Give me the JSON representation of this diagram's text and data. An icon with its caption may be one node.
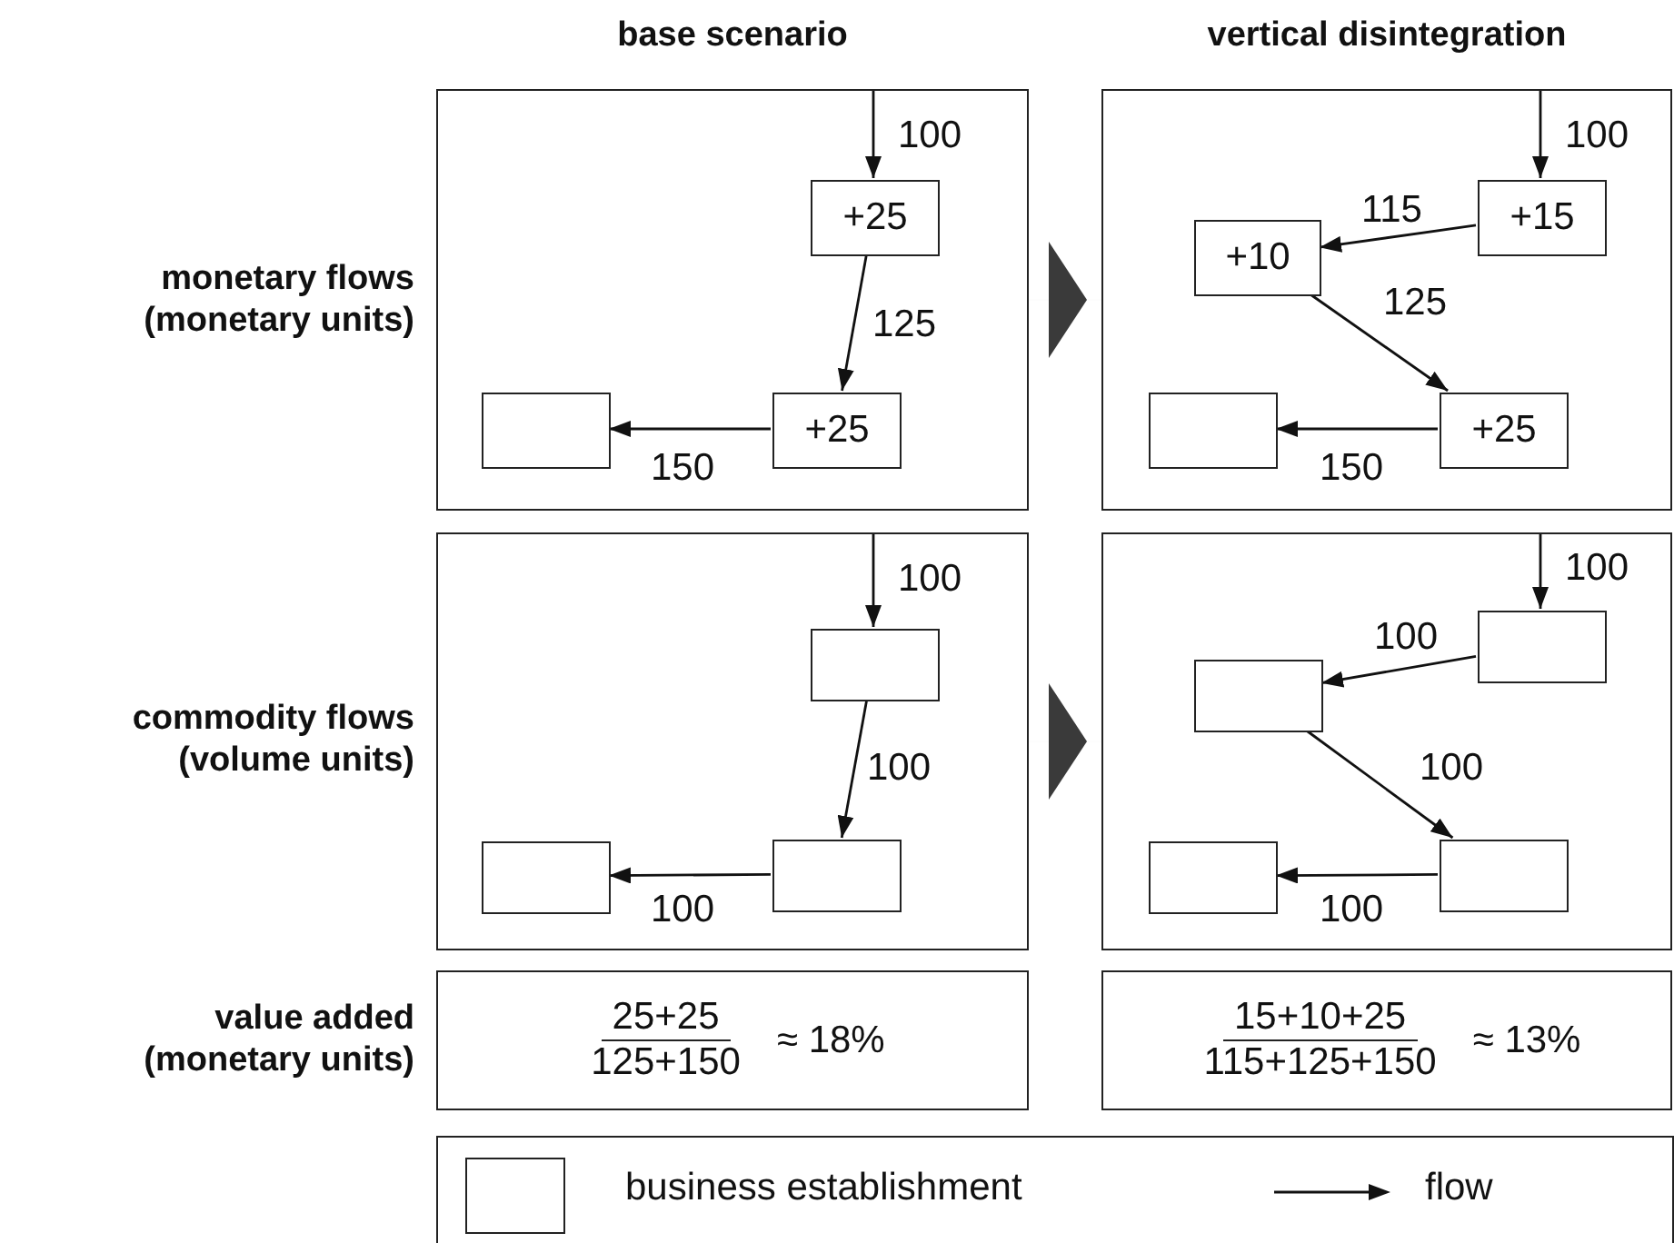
{
  "diagram": {
    "nodes": [
      {
        "text": [],
        "shape": "box"
      },
      {
        "text": [
          "+25"
        ],
        "in": 0
      },
      {
        "text": [
          "+25"
        ],
        "in": 0
      },
      {
        "text": [],
        "shape": "box",
        "in": 0
      },
      {
        "text": [],
        "shape": "box"
      },
      {
        "text": [
          "+15"
        ],
        "in": 4
      },
      {
        "text": [
          "+10"
        ],
        "in": 4
      },
      {
        "text": [
          "+25"
        ],
        "in": 4
      },
      {
        "text": [],
        "shape": "box",
        "in": 4
      },
      {
        "text": [],
        "shape": "box"
      },
      {
        "text": [],
        "shape": "box",
        "in": 9
      },
      {
        "text": [],
        "shape": "box",
        "in": 9
      },
      {
        "text": [],
        "shape": "box",
        "in": 9
      },
      {
        "text": [],
        "shape": "box"
      },
      {
        "text": [],
        "shape": "box",
        "in": 13
      },
      {
        "text": [],
        "shape": "box",
        "in": 13
      },
      {
        "text": [],
        "shape": "box",
        "in": 13
      },
      {
        "text": [],
        "shape": "box",
        "in": 13
      },
      {
        "text": [
          "25+25",
          "125+150",
          "≈ 18%"
        ]
      },
      {
        "text": [
          "15+10+25",
          "115+125+150",
          "≈ 13%"
        ]
      }
    ],
    "edges": [
      {
        "from": null,
        "to": 1,
        "arrow": "to",
        "label": "100"
      },
      {
        "from": 1,
        "to": 2,
        "arrow": "to",
        "label": "125"
      },
      {
        "from": 2,
        "to": 3,
        "arrow": "to",
        "label": "150"
      },
      {
        "from": null,
        "to": 5,
        "arrow": "to",
        "label": "100"
      },
      {
        "from": 5,
        "to": 6,
        "arrow": "to",
        "label": "115"
      },
      {
        "from": 6,
        "to": 7,
        "arrow": "to",
        "label": "125"
      },
      {
        "from": 7,
        "to": 8,
        "arrow": "to",
        "label": "150"
      },
      {
        "from": null,
        "to": 10,
        "arrow": "to",
        "label": "100"
      },
      {
        "from": 10,
        "to": 11,
        "arrow": "to",
        "label": "100"
      },
      {
        "from": 11,
        "to": 12,
        "arrow": "to",
        "label": "100"
      },
      {
        "from": null,
        "to": 14,
        "arrow": "to",
        "label": "100"
      },
      {
        "from": 14,
        "to": 15,
        "arrow": "to",
        "label": "100"
      },
      {
        "from": 15,
        "to": 16,
        "arrow": "to",
        "label": "100"
      },
      {
        "from": 16,
        "to": 17,
        "arrow": "to",
        "label": "100"
      },
      {
        "from": 0,
        "to": 4,
        "arrow": "to",
        "color": "#3a3a3a"
      },
      {
        "from": 9,
        "to": 13,
        "arrow": "to",
        "color": "#3a3a3a"
      }
    ],
    "labels": [
      "base scenario",
      "vertical disintegration",
      "monetary flows (monetary units)",
      "commodity flows (volume units)",
      "value added (monetary units)"
    ],
    "legend": [
      {
        "text": "business establishment"
      },
      {
        "text": "flow"
      }
    ]
  }
}
